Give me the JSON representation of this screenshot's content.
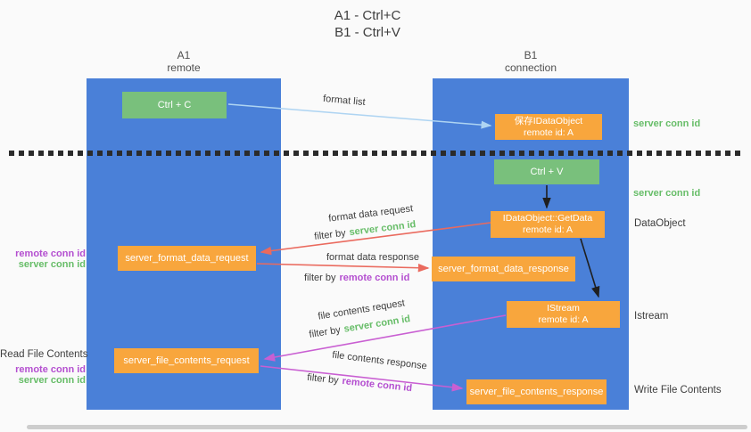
{
  "title": {
    "line1": "A1 - Ctrl+C",
    "line2": "B1 - Ctrl+V"
  },
  "lanes": {
    "a1": {
      "title": "A1",
      "subtitle": "remote"
    },
    "b1": {
      "title": "B1",
      "subtitle": "connection"
    }
  },
  "nodes": {
    "ctrl_c": {
      "label": "Ctrl + C"
    },
    "ctrl_v": {
      "label": "Ctrl + V"
    },
    "save_dataobject": {
      "line1": "保存IDataObject",
      "line2": "remote id: A"
    },
    "getdata": {
      "line1": "IDataObject::GetData",
      "line2": "remote id: A"
    },
    "istream": {
      "line1": "IStream",
      "line2": "remote id: A"
    },
    "format_request": {
      "label": "server_format_data_request"
    },
    "format_response": {
      "label": "server_format_data_response"
    },
    "file_request": {
      "label": "server_file_contents_request"
    },
    "file_response": {
      "label": "server_file_contents_response"
    }
  },
  "labels": {
    "format_list": "format list",
    "format_data_request": "format data request",
    "format_data_response": "format data response",
    "file_contents_request": "file contents request",
    "file_contents_response": "file contents response",
    "filter_by": "filter by",
    "server_conn_id": "server conn id",
    "remote_conn_id": "remote conn id",
    "dataobject": "DataObject",
    "istream": "Istream",
    "read_file_contents": "Read File Contents",
    "write_file_contents": "Write File Contents"
  },
  "colors": {
    "lane_blue": "#4a80d8",
    "node_green": "#79c07c",
    "node_orange": "#f8a63d",
    "text_green": "#67bd68",
    "text_purple": "#b44fd0",
    "arrow_red": "#ea6a5e",
    "arrow_magenta": "#c95fd2",
    "arrow_lightblue": "#aed4f2",
    "arrow_black": "#1f1f1f"
  }
}
